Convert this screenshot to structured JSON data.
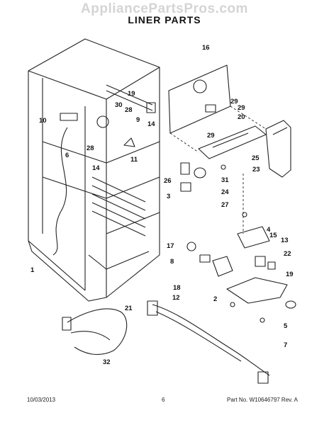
{
  "header": {
    "watermark": "AppliancePartsPros.com",
    "title": "LINER PARTS"
  },
  "callouts": [
    "16",
    "19",
    "30",
    "28",
    "29",
    "9",
    "10",
    "14",
    "29",
    "20",
    "6",
    "28",
    "11",
    "29",
    "25",
    "14",
    "26",
    "23",
    "31",
    "3",
    "24",
    "27",
    "4",
    "17",
    "15",
    "13",
    "8",
    "22",
    "1",
    "18",
    "19",
    "12",
    "21",
    "2",
    "5",
    "7",
    "32"
  ],
  "footer": {
    "date": "10/03/2013",
    "page": "6",
    "part_info": "Part No. W10646797  Rev. A"
  }
}
